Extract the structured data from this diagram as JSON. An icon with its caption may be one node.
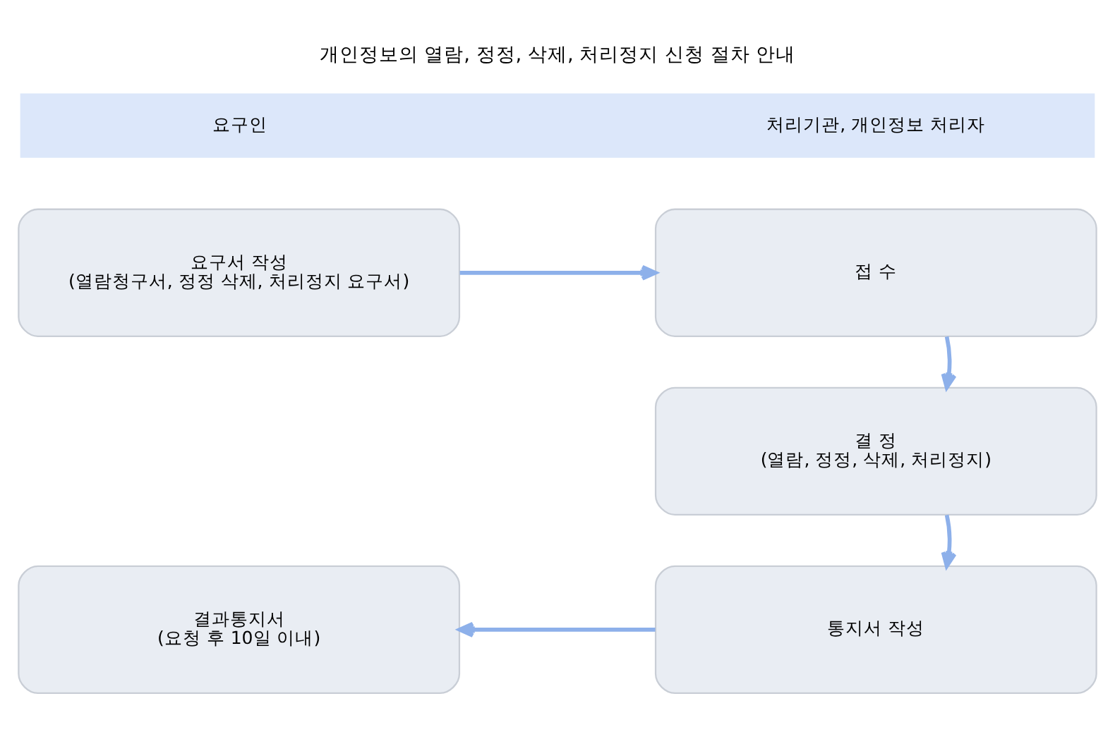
{
  "diagram": {
    "title": "개인정보의 열람, 정정, 삭제, 처리정지 신청 절차 안내",
    "nodes": [
      {
        "text": [
          "요구인",
          "처리기관, 개인정보 처리자"
        ]
      },
      {
        "text": [
          "요구서 작성",
          "(열람청구서, 정정 삭제, 처리정지 요구서)"
        ]
      },
      {
        "text": [
          "접 수"
        ]
      },
      {
        "text": [
          "결 정",
          "(열람, 정정, 삭제, 처리정지)"
        ]
      },
      {
        "text": [
          "통지서 작성"
        ]
      },
      {
        "text": [
          "결과통지서",
          "(요청 후 10일 이내)"
        ]
      }
    ],
    "edges": [
      {
        "from": 1,
        "to": 2,
        "arrow": "to"
      },
      {
        "from": 2,
        "to": 3,
        "arrow": "to"
      },
      {
        "from": 3,
        "to": 4,
        "arrow": "to"
      },
      {
        "from": 4,
        "to": 5,
        "arrow": "to"
      }
    ]
  }
}
